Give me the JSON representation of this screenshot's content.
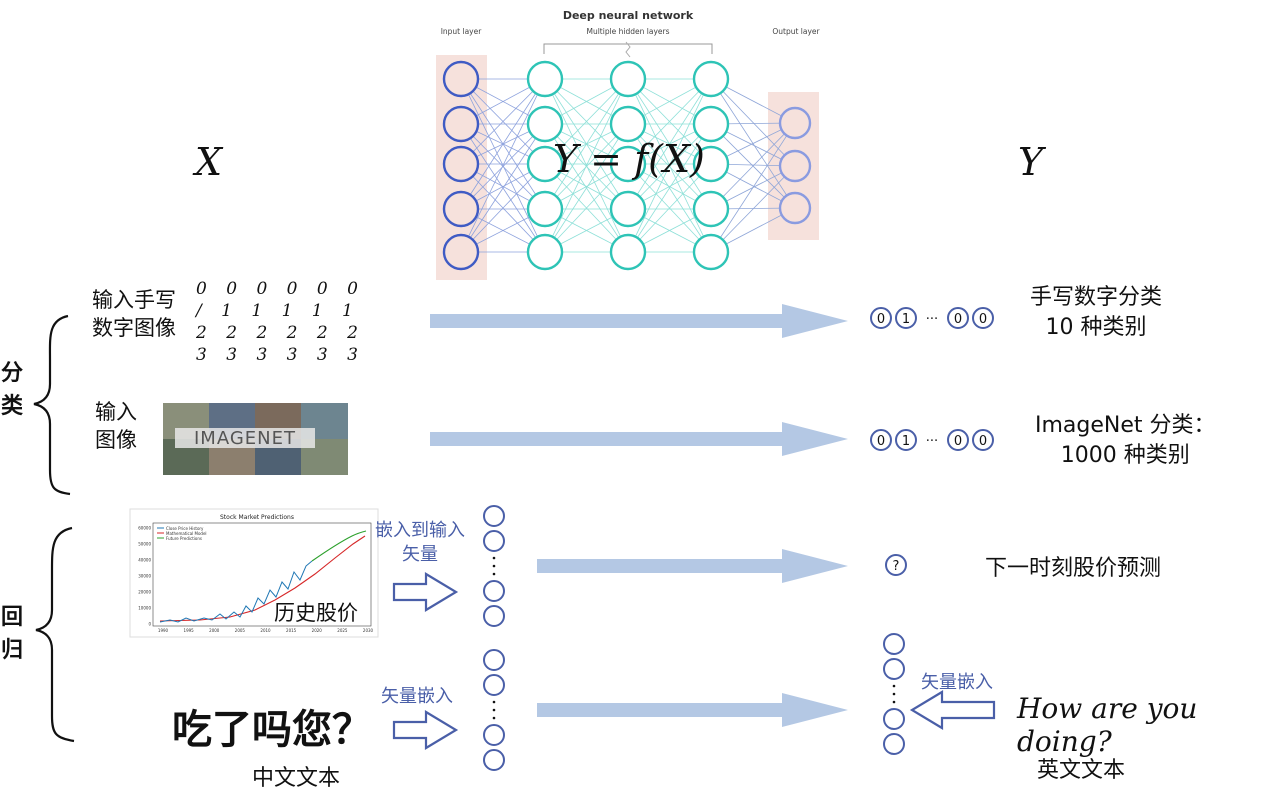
{
  "network": {
    "title": "Deep neural network",
    "input_label": "Input layer",
    "hidden_label": "Multiple hidden layers",
    "output_label": "Output layer"
  },
  "header": {
    "x": "X",
    "formula": "Y = f(X)",
    "y": "Y"
  },
  "side_labels": {
    "classification": "分\n类",
    "regression": "回\n归"
  },
  "rows": {
    "mnist": {
      "input_label": "输入手写\n数字图像",
      "digits": "0 0 0 0 0 0\n/ 1 1 1 1 1\n2 2 2 2 2 2\n3 3 3 3 3 3",
      "output_label": "手写数字分类\n10 种类别"
    },
    "imagenet": {
      "input_label": "输入\n图像",
      "logo": "IMAGENET",
      "output_label": "ImageNet 分类：\n1000 种类别"
    },
    "stock": {
      "chart_title": "Stock Market Predictions",
      "legend": [
        "Close Price History",
        "Mathematical Model",
        "Future Predictions"
      ],
      "overlay_label": "历史股价",
      "embed_label": "嵌入到输入\n矢量",
      "output_label": "下一时刻股价预测",
      "output_token": "?"
    },
    "translate": {
      "input_text": "吃了吗您？",
      "input_caption": "中文文本",
      "embed_label": "矢量嵌入",
      "output_embed_label": "矢量嵌入",
      "output_text": "How are you doing?",
      "output_caption": "英文文本"
    }
  },
  "onehot_tokens": [
    "0",
    "1",
    "···",
    "0",
    "0"
  ],
  "stock_chart_data": {
    "type": "line",
    "title": "Stock Market Predictions",
    "x_ticks": [
      "1990",
      "1995",
      "2000",
      "2005",
      "2010",
      "2015",
      "2020",
      "2025",
      "2030"
    ],
    "y_ticks": [
      "0",
      "10000",
      "20000",
      "30000",
      "40000",
      "50000",
      "60000"
    ],
    "series": [
      {
        "name": "Close Price History",
        "color": "#1f77b4"
      },
      {
        "name": "Mathematical Model",
        "color": "#d62728"
      },
      {
        "name": "Future Predictions",
        "color": "#2ca02c"
      }
    ]
  },
  "colors": {
    "arrow": "#b4c8e4",
    "node_hidden": "#2ec4b6",
    "node_input": "#3f5bc4",
    "node_output": "#8a9be0",
    "node_small": "#4a5fa8",
    "highlight": "#f6e1dc"
  }
}
